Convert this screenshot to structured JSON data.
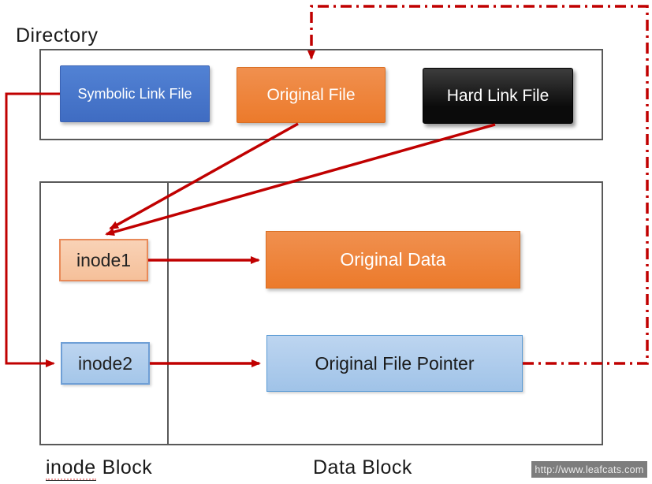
{
  "diagram": {
    "title": "Directory",
    "directory_box": {
      "symbolic_link_file": "Symbolic Link File",
      "original_file": "Original File",
      "hard_link_file": "Hard Link File"
    },
    "storage_box": {
      "inode1": "inode1",
      "inode2": "inode2",
      "original_data": "Original Data",
      "original_file_pointer": "Original File Pointer"
    },
    "labels": {
      "inode_block_word": "inode",
      "inode_block_rest": "Block",
      "data_block": "Data Block"
    },
    "watermark": "http://www.leafcats.com",
    "colors": {
      "arrow_red": "#C00000",
      "symbolic_link_blue": "#4472C4",
      "original_orange": "#ED7D31",
      "hard_link_black": "#0B0B0B",
      "inode1_fill": "#F8CBAD",
      "inode1_border": "#E88A59",
      "inode2_fill": "#AECBEB",
      "inode2_border": "#6F9FD6",
      "pointer_fill": "#AECBEB",
      "pointer_border": "#5B9BD5",
      "frame_border": "#595959",
      "watermark_bg": "#7D7D7D",
      "watermark_text": "#ECECEC"
    }
  }
}
